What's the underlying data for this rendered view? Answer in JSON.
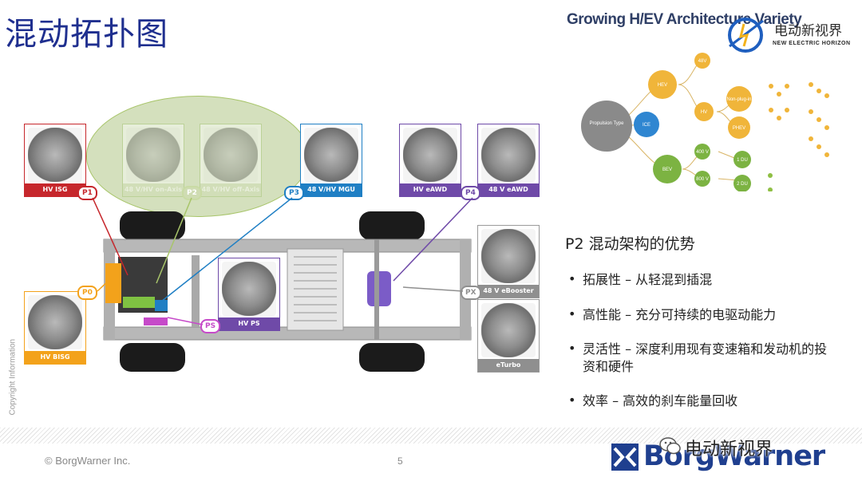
{
  "slide": {
    "title": "混动拓扑图",
    "side_copyright": "Copyright Information",
    "page_number": "5",
    "footer_copyright": "© BorgWarner Inc.",
    "company": "BorgWarner"
  },
  "components": {
    "p1": {
      "label": "HV ISG",
      "tag": "P1"
    },
    "p2a": {
      "label": "48 V/HV on-Axis",
      "tag": "P2"
    },
    "p2b": {
      "label": "48 V/HV off-Axis"
    },
    "p3": {
      "label": "48 V/HV MGU",
      "tag": "P3"
    },
    "p4a": {
      "label": "HV eAWD",
      "tag": "P4"
    },
    "p4b": {
      "label": "48 V eAWD"
    },
    "p0": {
      "label": "HV BISG",
      "tag": "P0"
    },
    "ps": {
      "label": "HV PS",
      "tag": "PS"
    },
    "px1": {
      "label": "48 V eBooster",
      "tag": "PX"
    },
    "px2": {
      "label": "eTurbo"
    }
  },
  "diagram": {
    "title": "Growing H/EV Architecture Variety",
    "root": "Propulsion Type",
    "nodes": [
      "HEV",
      "ICE",
      "BEV",
      "48V",
      "HV",
      "Non-plug-in",
      "PHEV",
      "400 V",
      "800 V",
      "1 DU",
      "2 DU"
    ]
  },
  "brand_top": {
    "cn": "电动新视界",
    "en": "NEW ELECTRIC HORIZON"
  },
  "advantages": {
    "title": "P2 混动架构的优势",
    "items": [
      "拓展性 – 从轻混到插混",
      "高性能 – 充分可持续的电驱动能力",
      "灵活性 – 深度利用现有变速箱和发动机的投资和硬件",
      "效率 – 高效的刹车能量回收"
    ]
  },
  "watermark": {
    "text": "电动新视界"
  },
  "colors": {
    "title": "#1f2f8f",
    "p1": "#c6272c",
    "p2": "#a8c56a",
    "p3": "#1f7fc4",
    "p4": "#6f4aa8",
    "p0": "#f3a21b",
    "px": "#8f8f8f",
    "brand": "#1f3f8f"
  }
}
